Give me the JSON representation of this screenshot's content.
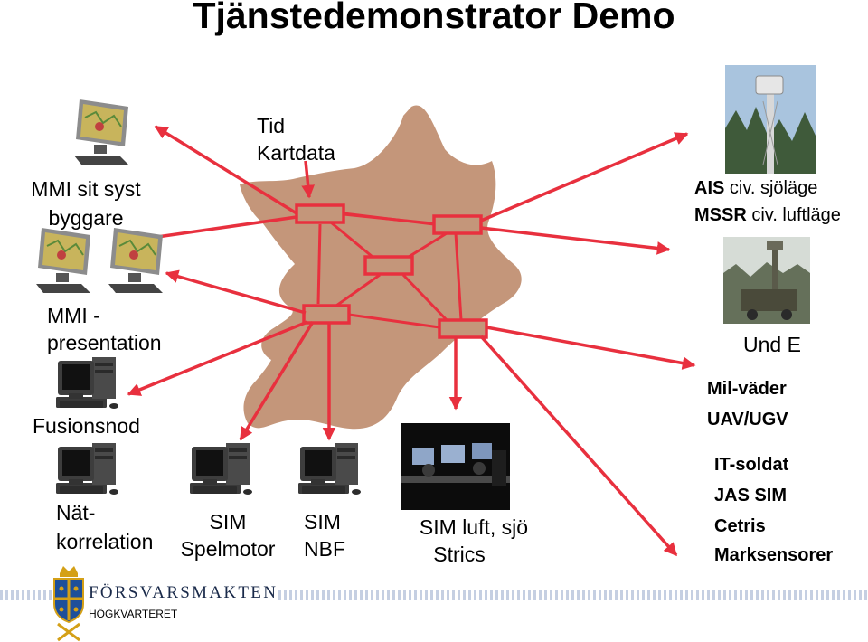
{
  "title": "Tjänstedemonstrator Demo",
  "labels": {
    "tid": "Tid",
    "kartdata": "Kartdata",
    "mmi_sit_line1": "MMI sit syst",
    "mmi_sit_line2": "byggare",
    "mmi_pres_line1": "MMI -",
    "mmi_pres_line2": "presentation",
    "fusionsnod": "Fusionsnod",
    "nat_line1": "Nät-",
    "nat_line2": "korrelation",
    "sim_spel_line1": "SIM",
    "sim_spel_line2": "Spelmotor",
    "sim_nbf_line1": "SIM",
    "sim_nbf_line2": "NBF",
    "sim_luft_line1": "SIM luft, sjö",
    "sim_luft_line2": "Strics",
    "ais_bold": "AIS",
    "ais_rest": " civ. sjöläge",
    "mssr_bold": "MSSR",
    "mssr_rest": " civ. luftläge",
    "und_e": "Und E",
    "mil_vader": "Mil-väder",
    "uav_ugv": "UAV/UGV",
    "it_soldat": "IT-soldat",
    "jas_sim": "JAS SIM",
    "cetris": "Cetris",
    "marksensorer": "Marksensorer"
  },
  "footer": {
    "brand": "FÖRSVARSMAKTEN",
    "sub": "HÖGKVARTERET"
  },
  "colors": {
    "cloud": "#c4967a",
    "arrow": "#e8303e",
    "box_fill": "#c4967a",
    "stripe": "#c5cfe2"
  }
}
